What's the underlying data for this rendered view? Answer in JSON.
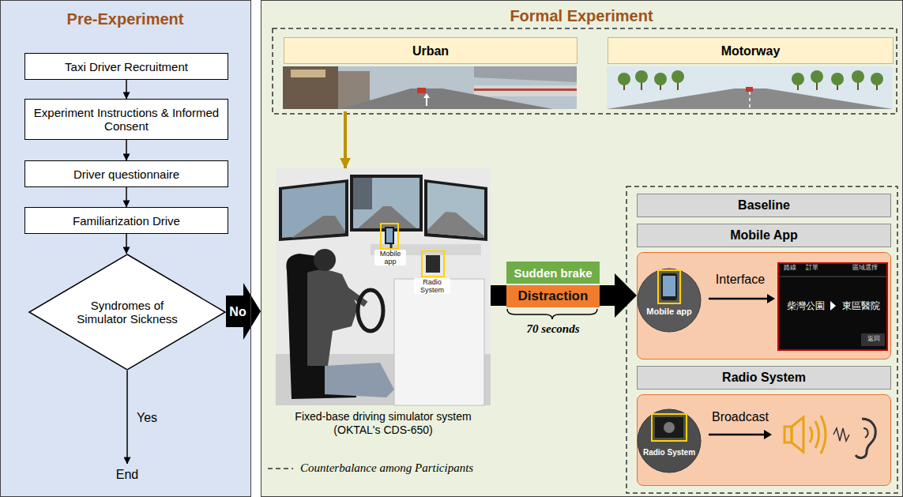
{
  "diagram": {
    "nodes": [
      {
        "text": [
          "Pre-Experiment"
        ]
      },
      {
        "text": [
          "Taxi Driver Recruitment"
        ],
        "in": 0
      },
      {
        "text": [
          "Experiment Instructions & Informed Consent"
        ],
        "in": 0
      },
      {
        "text": [
          "Driver questionnaire"
        ],
        "in": 0
      },
      {
        "text": [
          "Familiarization Drive"
        ],
        "in": 0
      },
      {
        "text": [
          "Syndromes of Simulator Sickness"
        ],
        "in": 0
      },
      {
        "text": [
          "End"
        ],
        "in": 0
      },
      {
        "text": [
          "Formal Experiment"
        ]
      },
      {
        "text": [
          "Urban"
        ],
        "in": 7
      },
      {
        "text": [
          "Motorway"
        ],
        "in": 7
      },
      {
        "text": [
          "Fixed-base driving simulator system (OKTAL's CDS-650)"
        ],
        "in": 7
      },
      {
        "text": [
          "Sudden brake"
        ],
        "in": 7
      },
      {
        "text": [
          "Distraction"
        ],
        "in": 7
      },
      {
        "text": [
          "Baseline"
        ],
        "in": 7
      },
      {
        "text": [
          "Mobile App"
        ],
        "in": 7
      },
      {
        "text": [
          "Mobile app",
          "Interface"
        ],
        "in": 7
      },
      {
        "text": [
          "柴灣公園",
          "東區醫院"
        ],
        "in": 15
      },
      {
        "text": [
          "Radio System"
        ],
        "in": 7
      },
      {
        "text": [
          "Radio System",
          "Broadcast"
        ],
        "in": 7
      }
    ],
    "edges": [
      {
        "from": 1,
        "to": 2,
        "arrow": "to"
      },
      {
        "from": 2,
        "to": 3,
        "arrow": "to"
      },
      {
        "from": 3,
        "to": 4,
        "arrow": "to"
      },
      {
        "from": 4,
        "to": 5,
        "arrow": "to"
      },
      {
        "from": 5,
        "to": 6,
        "label": "Yes",
        "arrow": "to"
      },
      {
        "from": 5,
        "to": 7,
        "label": "No",
        "arrow": "to"
      },
      {
        "from": 8,
        "to": 10,
        "arrow": "to"
      },
      {
        "from": 10,
        "to": 15,
        "arrow": "to"
      }
    ],
    "labels": [
      "Mobile app",
      "Radio System",
      "70 seconds",
      "路線",
      "訂單",
      "區域選擇",
      "返回"
    ],
    "legend": [
      {
        "text": "Counterbalance among Participants"
      }
    ]
  }
}
